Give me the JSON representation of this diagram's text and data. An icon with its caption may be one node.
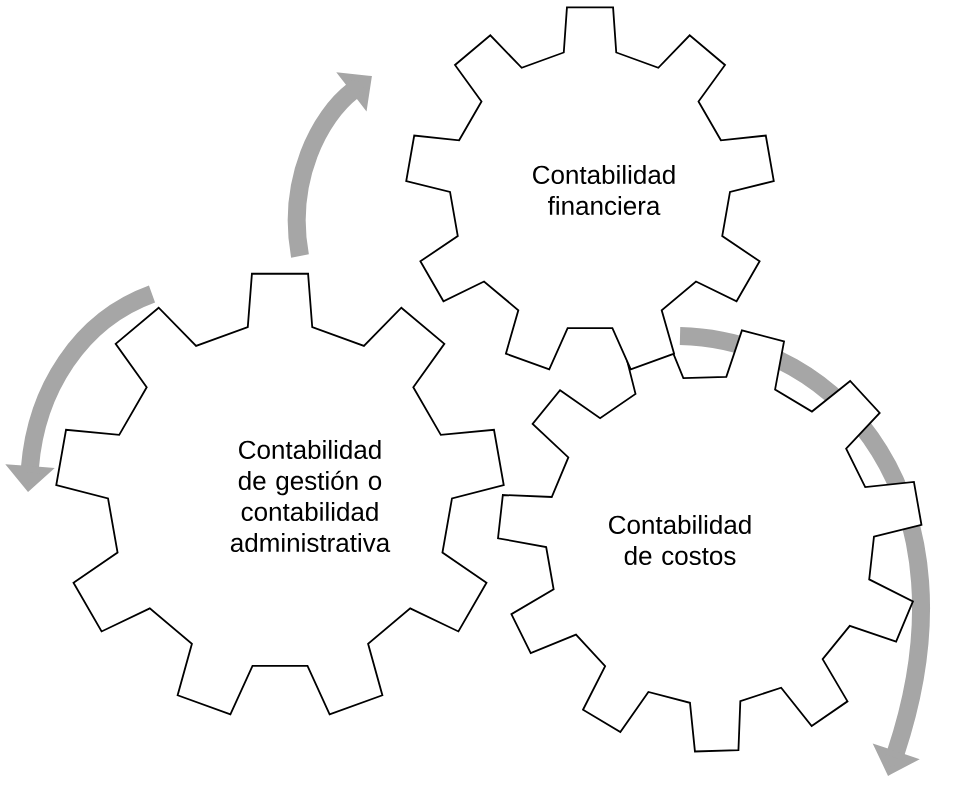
{
  "diagram": {
    "nodes": [
      {
        "text": [
          "Contabilidad financiera"
        ]
      },
      {
        "text": [
          "Contabilidad de gestión o contabilidad administrativa"
        ]
      },
      {
        "text": [
          "Contabilidad de costos"
        ]
      }
    ]
  }
}
